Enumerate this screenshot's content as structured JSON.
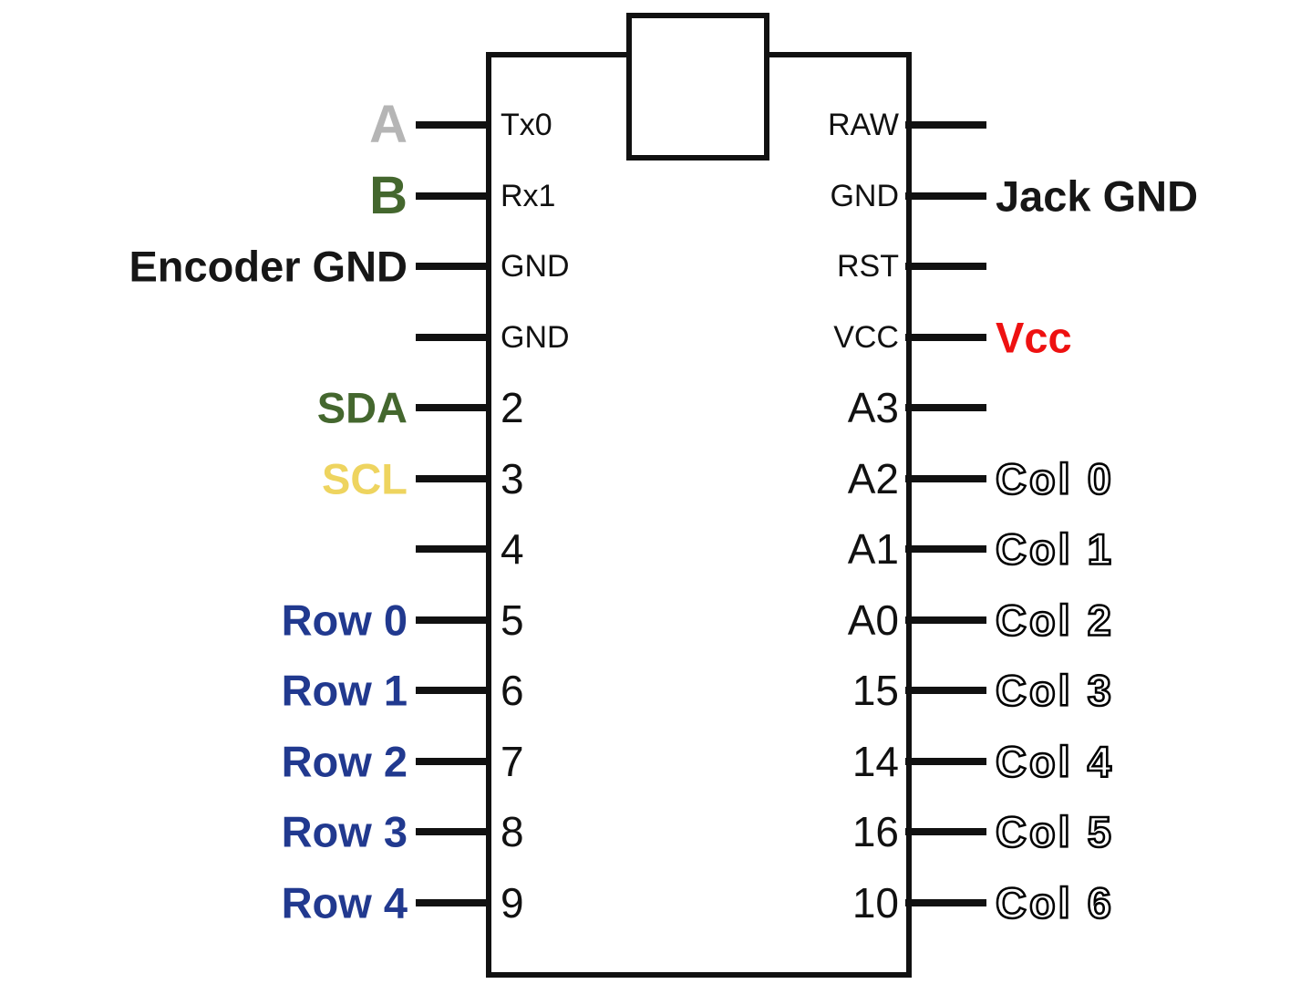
{
  "diagram": {
    "type": "pinout",
    "component": "microcontroller-pinout",
    "colors": {
      "chip_border": "#111111",
      "pin_line": "#111111",
      "gray": "#b5b5b5",
      "green": "#44672e",
      "yellow": "#eed45f",
      "navy": "#21398f",
      "red": "#ee1111",
      "black": "#161616",
      "outline_fill": "#ffffff",
      "outline_stroke": "#000000"
    },
    "rows": [
      {
        "left": {
          "pin": "Tx0",
          "label": "A",
          "label_color": "#b5b5b5"
        },
        "right": {
          "pin": "RAW",
          "label": ""
        }
      },
      {
        "left": {
          "pin": "Rx1",
          "label": "B",
          "label_color": "#44672e"
        },
        "right": {
          "pin": "GND",
          "label": "Jack GND",
          "label_color": "#161616"
        }
      },
      {
        "left": {
          "pin": "GND",
          "label": "Encoder GND",
          "label_color": "#161616"
        },
        "right": {
          "pin": "RST",
          "label": ""
        }
      },
      {
        "left": {
          "pin": "GND",
          "label": ""
        },
        "right": {
          "pin": "VCC",
          "label": "Vcc",
          "label_color": "#ee1111"
        }
      },
      {
        "left": {
          "pin": "2",
          "label": "SDA",
          "label_color": "#44672e"
        },
        "right": {
          "pin": "A3",
          "label": ""
        }
      },
      {
        "left": {
          "pin": "3",
          "label": "SCL",
          "label_color": "#eed45f"
        },
        "right": {
          "pin": "A2",
          "label": "Col 0",
          "variant": "outline"
        }
      },
      {
        "left": {
          "pin": "4",
          "label": ""
        },
        "right": {
          "pin": "A1",
          "label": "Col 1",
          "variant": "outline"
        }
      },
      {
        "left": {
          "pin": "5",
          "label": "Row 0",
          "label_color": "#21398f"
        },
        "right": {
          "pin": "A0",
          "label": "Col 2",
          "variant": "outline"
        }
      },
      {
        "left": {
          "pin": "6",
          "label": "Row 1",
          "label_color": "#21398f"
        },
        "right": {
          "pin": "15",
          "label": "Col 3",
          "variant": "outline"
        }
      },
      {
        "left": {
          "pin": "7",
          "label": "Row 2",
          "label_color": "#21398f"
        },
        "right": {
          "pin": "14",
          "label": "Col 4",
          "variant": "outline"
        }
      },
      {
        "left": {
          "pin": "8",
          "label": "Row 3",
          "label_color": "#21398f"
        },
        "right": {
          "pin": "16",
          "label": "Col 5",
          "variant": "outline"
        }
      },
      {
        "left": {
          "pin": "9",
          "label": "Row 4",
          "label_color": "#21398f"
        },
        "right": {
          "pin": "10",
          "label": "Col 6",
          "variant": "outline"
        }
      }
    ]
  }
}
